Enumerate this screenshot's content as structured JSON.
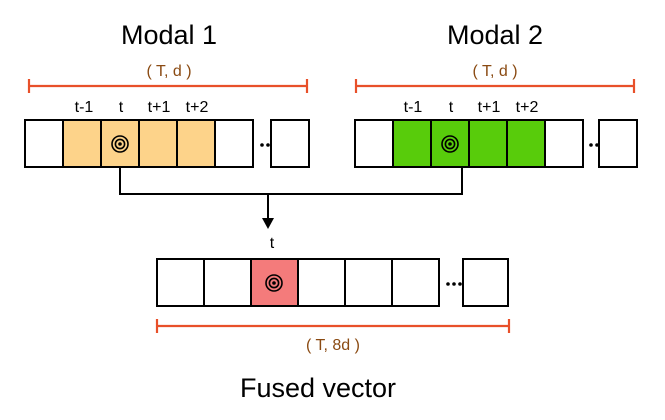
{
  "colors": {
    "background": "#ffffff",
    "stroke": "#000000",
    "range_line": "#e8502a",
    "dim_text": "#8a4a12",
    "modal1_highlight": "#fdd38a",
    "modal2_highlight": "#58cc0b",
    "fused_highlight": "#f47b7b"
  },
  "modal1": {
    "title": "Modal 1",
    "dim": "( T, d )",
    "tick_labels": [
      "t-1",
      "t",
      "t+1",
      "t+2"
    ]
  },
  "modal2": {
    "title": "Modal 2",
    "dim": "( T, d )",
    "tick_labels": [
      "t-1",
      "t",
      "t+1",
      "t+2"
    ]
  },
  "fused": {
    "title": "Fused vector",
    "dim": "( T, 8d )",
    "tick_label": "t"
  },
  "icons": {
    "target": "target-icon",
    "arrow": "arrow-down-icon",
    "ellipsis": "ellipsis-icon"
  }
}
